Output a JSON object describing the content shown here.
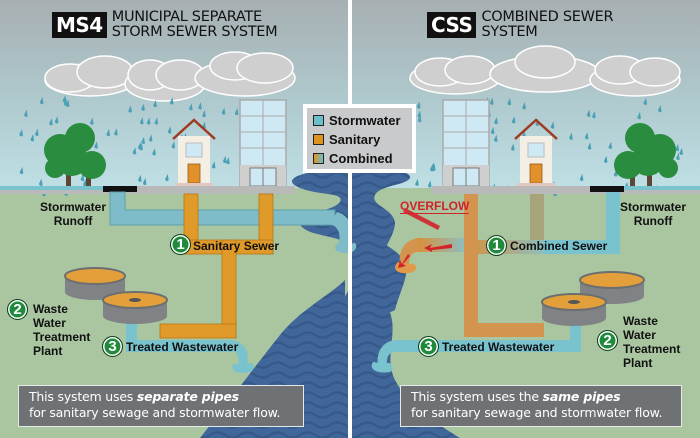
{
  "left_panel": {
    "badge": "MS4",
    "title_line1": "MUNICIPAL SEPARATE",
    "title_line2": "STORM SEWER SYSTEM",
    "labels": {
      "stormwater_runoff_1": "Stormwater",
      "stormwater_runoff_2": "Runoff",
      "sanitary_sewer": "Sanitary Sewer",
      "plant_1": "Waste",
      "plant_2": "Water",
      "plant_3": "Treatment",
      "plant_4": "Plant",
      "treated_wastewater": "Treated Wastewater"
    },
    "steps": [
      "1",
      "2",
      "3"
    ],
    "note_prefix": "This system uses ",
    "note_emphasis": "separate pipes",
    "note_line2": "for sanitary sewage and stormwater flow."
  },
  "right_panel": {
    "badge": "CSS",
    "title_line1": "COMBINED SEWER",
    "title_line2": "SYSTEM",
    "labels": {
      "overflow": "OVERFLOW",
      "combined_sewer": "Combined Sewer",
      "stormwater_runoff_1": "Stormwater",
      "stormwater_runoff_2": "Runoff",
      "plant_1": "Waste",
      "plant_2": "Water",
      "plant_3": "Treatment",
      "plant_4": "Plant",
      "treated_wastewater": "Treated Wastewater"
    },
    "steps": [
      "1",
      "2",
      "3"
    ],
    "note_prefix": "This system uses the ",
    "note_emphasis": "same pipes",
    "note_line2": "for sanitary sewage and stormwater flow."
  },
  "legend": {
    "items": [
      {
        "label": "Stormwater",
        "color": "#6bbfcb"
      },
      {
        "label": "Sanitary",
        "color": "#e0921f"
      },
      {
        "label": "Combined",
        "color": "linear-gradient(90deg,#e0921f,#6bbfcb)"
      }
    ]
  },
  "colors": {
    "stormwater": "#79c3cf",
    "sanitary": "#e29a2a",
    "combined": "#c99a5c",
    "overflow": "#d2232a",
    "river": "#3f6497",
    "ground": "#a9c6a0",
    "step_badge": "#1f8a3b"
  }
}
